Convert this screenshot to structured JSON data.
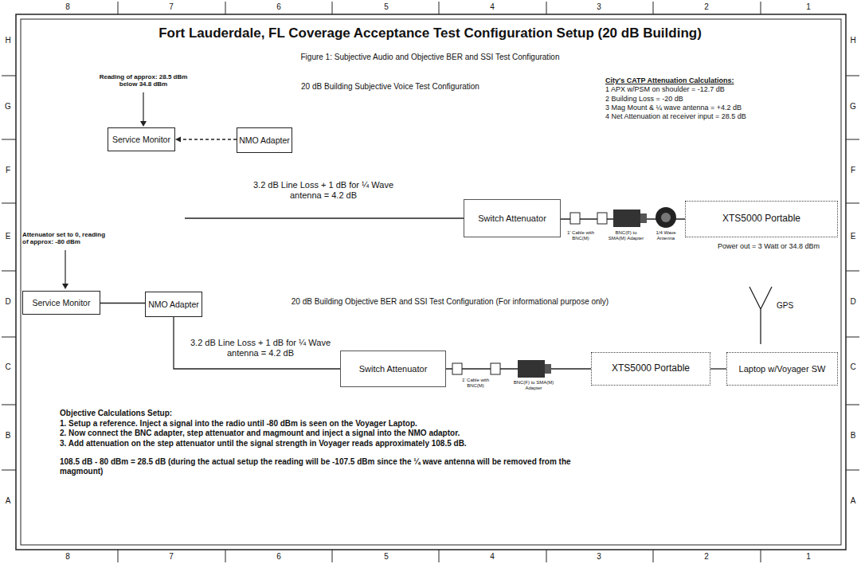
{
  "diagram": {
    "title": "Fort Lauderdale, FL Coverage Acceptance Test Configuration Setup (20 dB Building)",
    "caption": "Figure 1: Subjective Audio and Objective BER and SSI Test Configuration",
    "nodes": [
      {
        "text": [
          "Service Monitor"
        ]
      },
      {
        "text": [
          "NMO Adapter"
        ]
      },
      {
        "text": [
          "Switch Attenuator"
        ]
      },
      {
        "text": [
          "XTS5000 Portable"
        ]
      },
      {
        "text": [
          "Service Monitor"
        ]
      },
      {
        "text": [
          "NMO Adapter"
        ]
      },
      {
        "text": [
          "Switch Attenuator"
        ]
      },
      {
        "text": [
          "XTS5000 Portable"
        ]
      },
      {
        "text": [
          "Laptop w/Voyager SW"
        ]
      }
    ],
    "edges": [
      {
        "from": 1,
        "to": 0,
        "arrow": "to"
      },
      {
        "from": 2,
        "to": 3,
        "arrow": "none"
      },
      {
        "from": 4,
        "to": 5,
        "arrow": "none"
      },
      {
        "from": 5,
        "to": 6,
        "label": "3.2 dB Line Loss + 1 dB for ¼ Wave antenna = 4.2 dB",
        "arrow": "none"
      },
      {
        "from": 6,
        "to": 7,
        "arrow": "none"
      },
      {
        "from": 7,
        "to": 8,
        "arrow": "none"
      }
    ],
    "labels": [
      "8",
      "7",
      "6",
      "5",
      "4",
      "3",
      "2",
      "1",
      "8",
      "7",
      "6",
      "5",
      "4",
      "3",
      "2",
      "1",
      "H",
      "G",
      "F",
      "E",
      "D",
      "C",
      "B",
      "A",
      "H",
      "G",
      "F",
      "E",
      "D",
      "C",
      "B",
      "A",
      "Reading of approx: 28.5 dBm below 34.8 dBm",
      "20 dB Building Subjective Voice Test Configuration",
      "City's CATP Attenuation Calculations:",
      "1 APX w/PSM on shoulder = -12.7 dB",
      "2 Building Loss = -20 dB",
      "3 Mag Mount & ¼ wave antenna = +4.2 dB",
      "4 Net Attenuation at receiver input = 28.5 dB",
      "3.2 dB Line Loss + 1 dB for ¼ Wave antenna = 4.2 dB",
      "1' Cable with BNC(M)",
      "BNC(F) to SMA(M) Adapter",
      "1/4 Wave Antenna",
      "Power out = 3 Watt or 34.8 dBm",
      "Attenuator set to 0, reading of approx: -80 dBm",
      "20 dB Building Objective BER and SSI Test Configuration (For informational purpose only)",
      "GPS",
      "1' Cable with BNC(M)",
      "BNC(F) to SMA(M) Adapter",
      "Objective Calculations Setup:",
      "1. Setup a reference. Inject a signal into the radio until -80 dBm is seen on the Voyager Laptop.",
      "2. Now connect the BNC adapter, step attenuator and magmount and inject a signal into the NMO adaptor.",
      "3. Add attenuation on the step attenuator until the signal strength in Voyager reads approximately 108.5 dB.",
      "108.5 dB - 80 dBm = 28.5 dB (during the actual setup the reading will be -107.5 dBm since the ¼ wave antenna will be removed from the magmount)"
    ]
  }
}
